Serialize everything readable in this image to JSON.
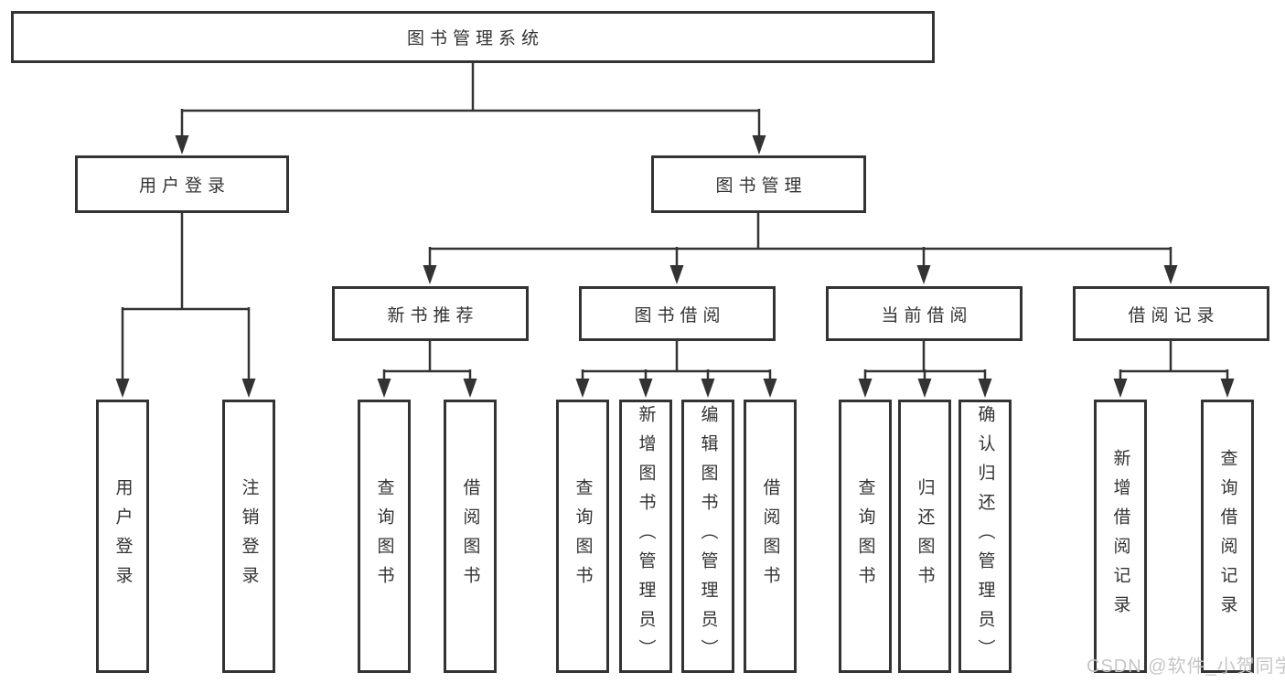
{
  "diagram_title": "图书管理系统",
  "nodes": {
    "root": {
      "label": "图书管理系统"
    },
    "level2": [
      {
        "id": "user-login",
        "label": "用户登录"
      },
      {
        "id": "book-management",
        "label": "图书管理"
      }
    ],
    "level3": [
      {
        "id": "new-book-recommend",
        "label": "新书推荐"
      },
      {
        "id": "book-borrowing",
        "label": "图书借阅"
      },
      {
        "id": "current-borrowing",
        "label": "当前借阅"
      },
      {
        "id": "borrowing-records",
        "label": "借阅记录"
      }
    ],
    "leaves": [
      {
        "id": "leaf-user-login",
        "label": "用户登录",
        "parent": "user-login"
      },
      {
        "id": "leaf-logout",
        "label": "注销登录",
        "parent": "user-login"
      },
      {
        "id": "leaf-query-books-recommend",
        "label": "查询图书",
        "parent": "new-book-recommend"
      },
      {
        "id": "leaf-borrow-books-recommend",
        "label": "借阅图书",
        "parent": "new-book-recommend"
      },
      {
        "id": "leaf-query-books-borrowing",
        "label": "查询图书",
        "parent": "book-borrowing"
      },
      {
        "id": "leaf-add-books-admin",
        "label": "新增图书（管理员）",
        "parent": "book-borrowing"
      },
      {
        "id": "leaf-edit-books-admin",
        "label": "编辑图书（管理员）",
        "parent": "book-borrowing"
      },
      {
        "id": "leaf-borrow-books-borrowing",
        "label": "借阅图书",
        "parent": "book-borrowing"
      },
      {
        "id": "leaf-query-books-current",
        "label": "查询图书",
        "parent": "current-borrowing"
      },
      {
        "id": "leaf-return-books",
        "label": "归还图书",
        "parent": "current-borrowing"
      },
      {
        "id": "leaf-confirm-return-admin",
        "label": "确认归还（管理员）",
        "parent": "current-borrowing"
      },
      {
        "id": "leaf-add-borrow-record",
        "label": "新增借阅记录",
        "parent": "borrowing-records"
      },
      {
        "id": "leaf-query-borrow-record",
        "label": "查询借阅记录",
        "parent": "borrowing-records"
      }
    ]
  },
  "watermark": "CSDN @软件_小贺同学",
  "colors": {
    "line": "#333333",
    "box_border": "#333333",
    "text": "#333333",
    "background": "#ffffff",
    "watermark": "#c6c6c6"
  }
}
